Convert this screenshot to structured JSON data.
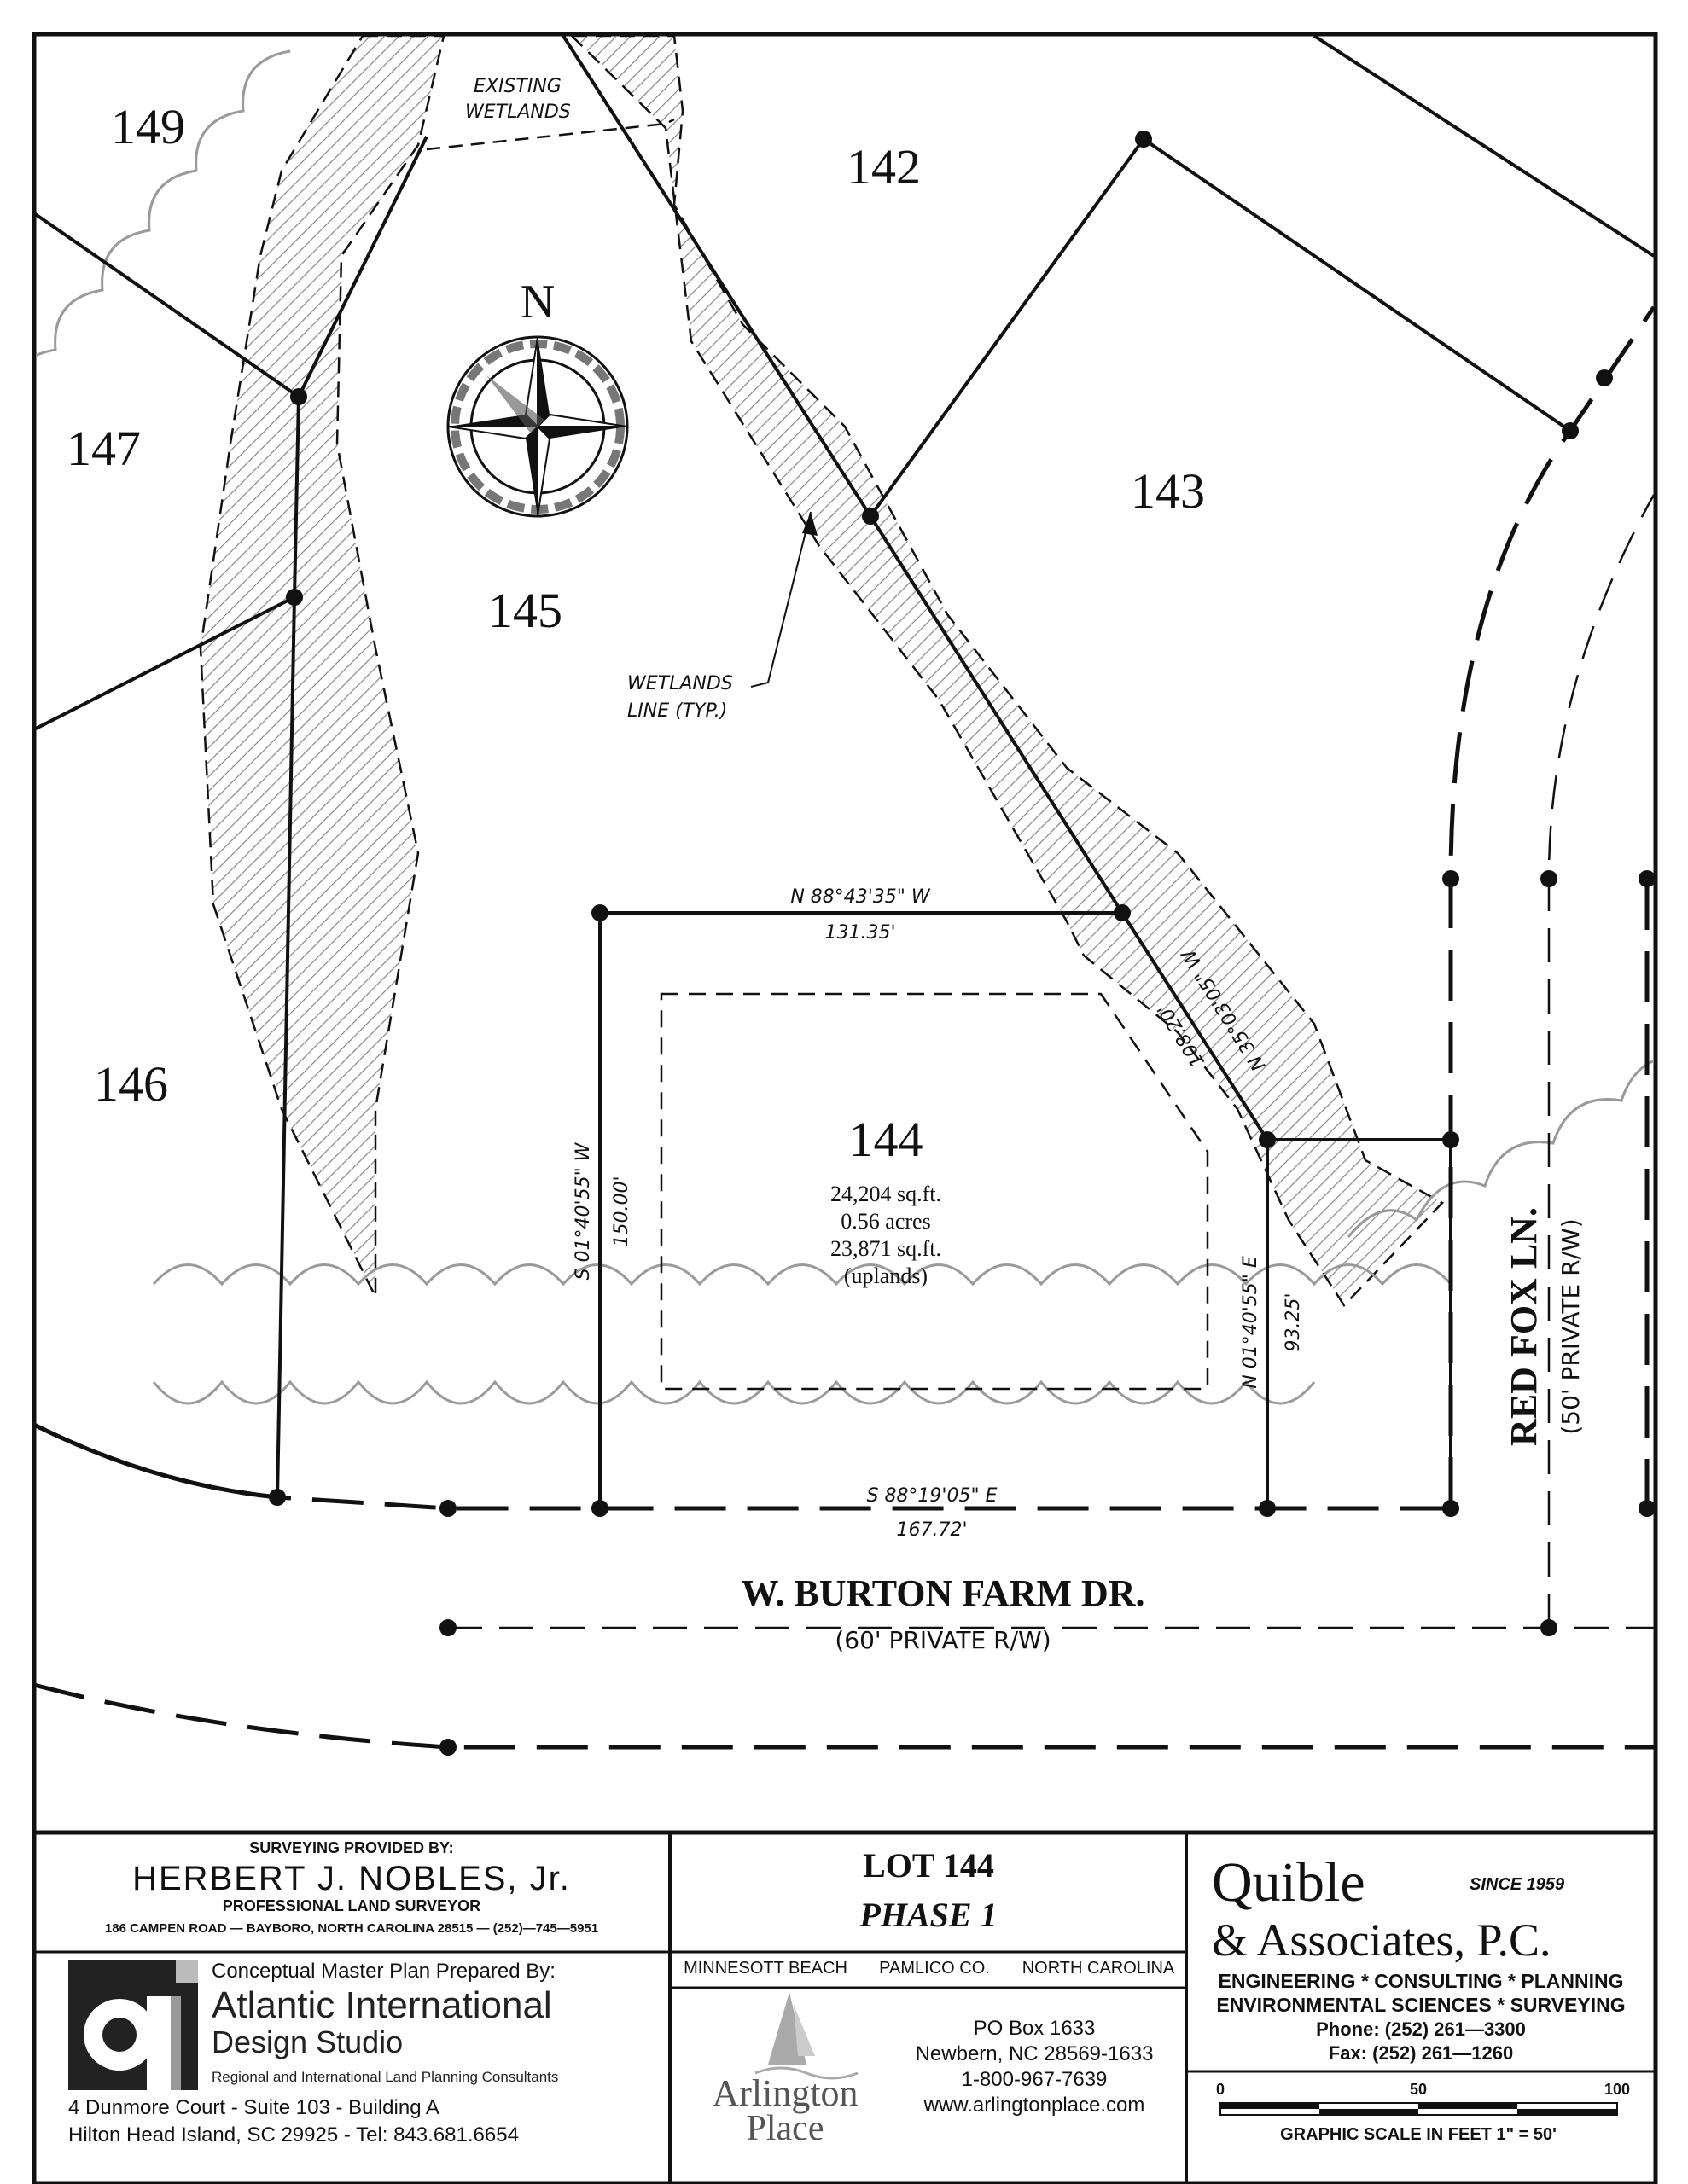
{
  "lots": {
    "l149": "149",
    "l147": "147",
    "l142": "142",
    "l143": "143",
    "l145": "145",
    "l146": "146",
    "l144": "144"
  },
  "lot144_area": {
    "sqft": "24,204 sq.ft.",
    "acres": "0.56 acres",
    "uplands_sqft": "23,871 sq.ft.",
    "uplands_label": "(uplands)"
  },
  "labels": {
    "existing_wetlands_1": "EXISTING",
    "existing_wetlands_2": "WETLANDS",
    "wetlands_line_1": "WETLANDS",
    "wetlands_line_2": "LINE (TYP.)",
    "north": "N"
  },
  "bearings": {
    "north_bearing": "N 88°43'35\" W",
    "north_distance": "131.35'",
    "west_bearing": "S 01°40'55\" W",
    "west_distance": "150.00'",
    "ne_bearing": "N 35°03'05\" W",
    "ne_distance": "108.20'",
    "east_bearing": "N 01°40'55\" E",
    "east_distance": "93.25'",
    "south_bearing": "S 88°19'05\" E",
    "south_distance": "167.72'"
  },
  "roads": {
    "burton_name": "W. BURTON FARM DR.",
    "burton_rw": "(60' PRIVATE R/W)",
    "redfox_name": "RED FOX LN.",
    "redfox_rw": "(50' PRIVATE R/W)"
  },
  "title_block": {
    "surveyor_header": "SURVEYING PROVIDED BY:",
    "surveyor_name": "HERBERT J. NOBLES, Jr.",
    "surveyor_title": "PROFESSIONAL LAND SURVEYOR",
    "surveyor_address": "186 CAMPEN ROAD — BAYBORO, NORTH CAROLINA 28515 — (252)—745—5951",
    "lot_title": "LOT 144",
    "phase": "PHASE 1",
    "location_1": "MINNESOTT BEACH",
    "location_2": "PAMLICO CO.",
    "location_3": "NORTH CAROLINA",
    "company_1": "Quible",
    "since": "SINCE 1959",
    "company_2": "& Associates, P.C.",
    "services_1": "ENGINEERING * CONSULTING * PLANNING",
    "services_2": "ENVIRONMENTAL SCIENCES * SURVEYING",
    "phone": "Phone: (252) 261—3300",
    "fax": "Fax: (252) 261—1260",
    "plan_header": "Conceptual Master Plan Prepared By:",
    "aids_1": "Atlantic International",
    "aids_2": "Design Studio",
    "aids_tag": "Regional and International Land Planning Consultants",
    "aids_addr_1": "4 Dunmore Court - Suite 103 - Building A",
    "aids_addr_2": "Hilton Head Island, SC  29925 - Tel:  843.681.6654",
    "arlington_1": "Arlington",
    "arlington_2": "Place",
    "po_box": "PO Box 1633",
    "city": "Newbern, NC 28569-1633",
    "tollfree": "1-800-967-7639",
    "web": "www.arlingtonplace.com",
    "scale_0": "0",
    "scale_50": "50",
    "scale_100": "100",
    "scale_text": "GRAPHIC SCALE IN FEET 1\" = 50'"
  },
  "colors": {
    "line": "#111111",
    "tree": "#9a9a9a",
    "hatch": "#888888"
  }
}
